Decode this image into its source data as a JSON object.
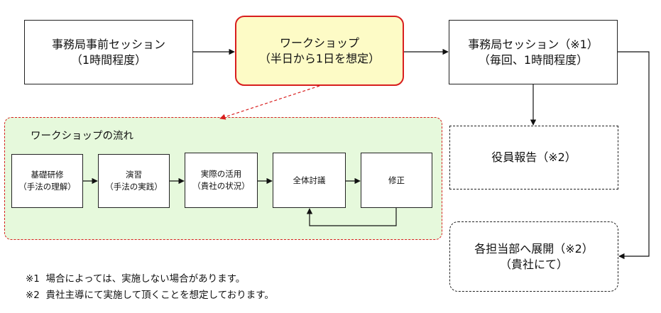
{
  "boxes": {
    "secretariat_pre": {
      "line1": "事務局事前セッション",
      "line2": "（1時間程度）"
    },
    "workshop": {
      "line1": "ワークショップ",
      "line2": "（半日から1日を想定）"
    },
    "secretariat_session": {
      "line1": "事務局セッション（※1）",
      "line2": "（毎回、1時間程度）"
    },
    "executive_report": {
      "line1": "役員報告（※2）"
    },
    "deployment": {
      "line1": "各担当部へ展開（※2）",
      "line2": "（貴社にて）"
    }
  },
  "flow": {
    "title": "ワークショップの流れ",
    "steps": [
      {
        "line1": "基礎研修",
        "line2": "（手法の理解）"
      },
      {
        "line1": "演習",
        "line2": "（手法の実践）"
      },
      {
        "line1": "実際の活用",
        "line2": "（貴社の状況）"
      },
      {
        "line1": "全体討議"
      },
      {
        "line1": "修正"
      }
    ]
  },
  "notes": [
    "※1  場合によっては、実施しない場合があります。",
    "※2  貴社主導にて実施して頂くことを想定しております。"
  ],
  "colors": {
    "workshop_fill": "#fdfbc6",
    "accent_red": "#d81e1e",
    "flow_fill": "#e6f9dc"
  }
}
